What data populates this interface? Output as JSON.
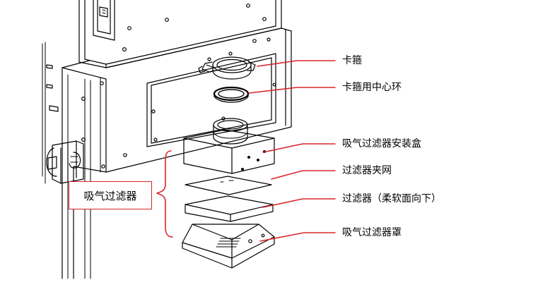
{
  "labels": {
    "clamp": "卡箍",
    "clamp_centering_ring": "卡箍用中心环",
    "intake_filter_housing": "吸气过滤器安装盒",
    "filter_mesh": "过滤器夹网",
    "filter_soft_side_down": "过滤器（柔软面向下）",
    "intake_filter_cover": "吸气过滤器罩",
    "group": "吸气过滤器"
  },
  "colors": {
    "leader_line": "#d9262b",
    "drawing_line": "#000000",
    "background": "#ffffff"
  }
}
